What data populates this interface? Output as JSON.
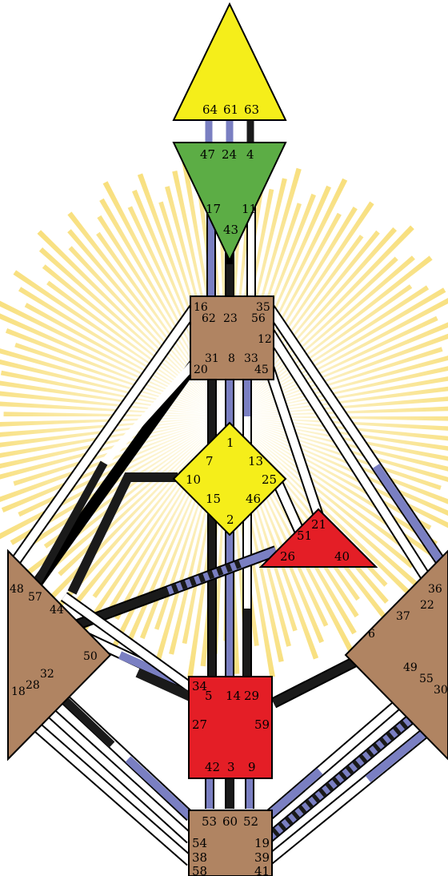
{
  "centers": {
    "head": {
      "color": "#f5ee1a",
      "gates": [
        "64",
        "61",
        "63"
      ]
    },
    "ajna": {
      "color": "#5cad45",
      "gates": [
        "47",
        "24",
        "4",
        "17",
        "11",
        "43"
      ]
    },
    "throat": {
      "color": "#b08462",
      "gates": [
        "16",
        "62",
        "23",
        "56",
        "35",
        "12",
        "31",
        "8",
        "33",
        "20",
        "45"
      ]
    },
    "g": {
      "color": "#f5ee1a",
      "gates": [
        "1",
        "7",
        "13",
        "10",
        "25",
        "15",
        "46",
        "2"
      ]
    },
    "heart": {
      "color": "#e41e26",
      "gates": [
        "21",
        "51",
        "26",
        "40"
      ]
    },
    "spleen": {
      "color": "#b08462",
      "gates": [
        "48",
        "57",
        "44",
        "50",
        "32",
        "28",
        "18"
      ]
    },
    "solar_plexus": {
      "color": "#b08462",
      "gates": [
        "36",
        "22",
        "37",
        "6",
        "49",
        "55",
        "30"
      ]
    },
    "sacral": {
      "color": "#e41e26",
      "gates": [
        "34",
        "5",
        "14",
        "29",
        "27",
        "59",
        "42",
        "3",
        "9"
      ]
    },
    "root": {
      "color": "#b08462",
      "gates": [
        "53",
        "60",
        "52",
        "54",
        "38",
        "58",
        "19",
        "39",
        "41"
      ]
    }
  },
  "channel_colors": {
    "design": "#7a7fc2",
    "personality": "#1a1a1a",
    "open": "#ffffff"
  },
  "background": {
    "ray_color": "#f8df7c"
  }
}
